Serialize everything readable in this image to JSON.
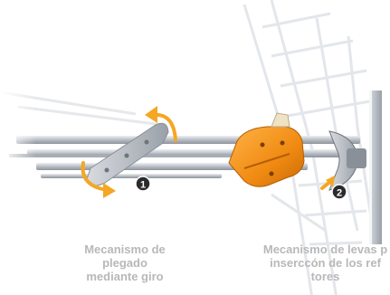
{
  "callouts": [
    {
      "number": "1",
      "lines": [
        "Mecanismo de",
        "plegado",
        "mediante giro"
      ]
    },
    {
      "number": "2",
      "lines": [
        "Mecanismo de levas p",
        "inserccón de los ref",
        "tores"
      ]
    }
  ],
  "colors": {
    "caption_text": "#b8b8b8",
    "boom_metal": "#c9cdd3",
    "orange_bracket": "#f08a12",
    "arrow_orange": "#f5a623",
    "badge": "#2b2b2b"
  }
}
